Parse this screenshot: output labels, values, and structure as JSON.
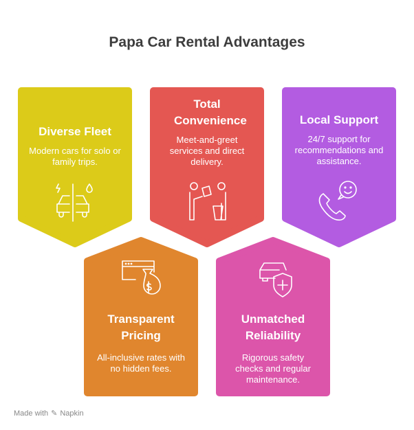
{
  "title": "Papa Car Rental Advantages",
  "colors": {
    "yellow": "#DCCB19",
    "red": "#E45752",
    "purple": "#B35CE1",
    "orange": "#E0862E",
    "pink": "#DC55AA"
  },
  "cards": [
    {
      "title": "Diverse Fleet",
      "text": "Modern cars for solo or family trips.",
      "icon": "electric-and-fuel-cars-icon"
    },
    {
      "title": "Total Convenience",
      "text": "Meet-and-greet services and direct delivery.",
      "icon": "meet-and-greet-icon"
    },
    {
      "title": "Local Support",
      "text": "24/7 support for recommendations and assistance.",
      "icon": "phone-support-icon"
    },
    {
      "title": "Transparent Pricing",
      "text": "All-inclusive rates with no hidden fees.",
      "icon": "price-money-bag-icon"
    },
    {
      "title": "Unmatched Reliability",
      "text": "Rigorous safety checks and regular maintenance.",
      "icon": "car-shield-icon"
    }
  ],
  "footer": {
    "made_with": "Made with",
    "brand": "Napkin"
  }
}
